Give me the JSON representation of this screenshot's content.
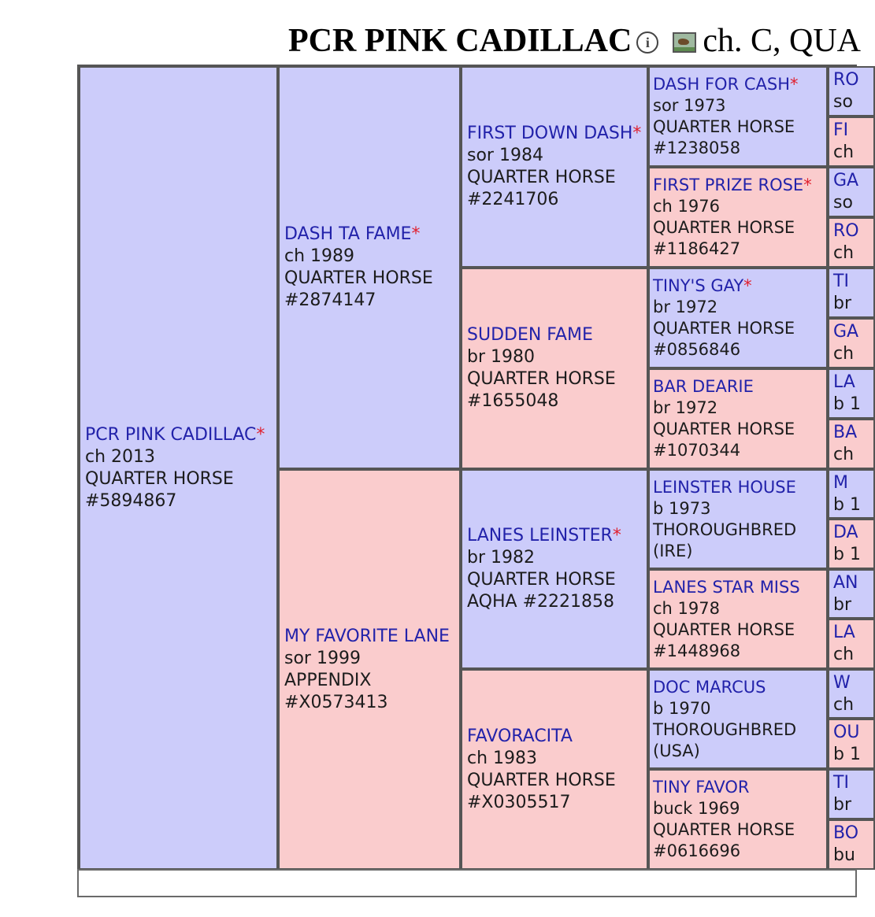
{
  "header": {
    "horse_name": "PCR PINK CADILLAC",
    "subtitle": "ch. C, QUA",
    "info_icon": "info-circle-icon",
    "photo_icon": "photo-icon"
  },
  "colors": {
    "sire_bg": "#ccccfa",
    "dam_bg": "#facccd",
    "name_link": "#2222aa",
    "star": "#e0202e"
  },
  "pedigree": {
    "subject": {
      "name": "PCR PINK CADILLAC",
      "star": "*",
      "color_year": "ch 2013",
      "breed": "QUARTER HORSE",
      "reg": "#5894867"
    },
    "gen1": [
      {
        "name": "DASH TA FAME",
        "star": "*",
        "color_year": "ch 1989",
        "breed": "QUARTER HORSE",
        "reg": "#2874147"
      },
      {
        "name": "MY FAVORITE LANE",
        "star": "",
        "color_year": "sor 1999",
        "breed": "APPENDIX",
        "reg": "#X0573413"
      }
    ],
    "gen2": [
      {
        "name": "FIRST DOWN DASH",
        "star": "*",
        "color_year": "sor 1984",
        "breed": "QUARTER HORSE",
        "reg": "#2241706"
      },
      {
        "name": "SUDDEN FAME",
        "star": "",
        "color_year": "br 1980",
        "breed": "QUARTER HORSE",
        "reg": "#1655048"
      },
      {
        "name": "LANES LEINSTER",
        "star": "*",
        "color_year": "br 1982",
        "breed": "QUARTER HORSE",
        "reg": "AQHA #2221858"
      },
      {
        "name": "FAVORACITA",
        "star": "",
        "color_year": "ch 1983",
        "breed": "QUARTER HORSE",
        "reg": "#X0305517"
      }
    ],
    "gen3": [
      {
        "name": "DASH FOR CASH",
        "star": "*",
        "color_year": "sor 1973",
        "breed": "QUARTER HORSE",
        "reg": "#1238058"
      },
      {
        "name": "FIRST PRIZE ROSE",
        "star": "*",
        "color_year": "ch 1976",
        "breed": "QUARTER HORSE",
        "reg": "#1186427"
      },
      {
        "name": "TINY'S GAY",
        "star": "*",
        "color_year": "br 1972",
        "breed": "QUARTER HORSE",
        "reg": "#0856846"
      },
      {
        "name": "BAR DEARIE",
        "star": "",
        "color_year": "br 1972",
        "breed": "QUARTER HORSE",
        "reg": "#1070344"
      },
      {
        "name": "LEINSTER HOUSE",
        "star": "",
        "color_year": "b 1973",
        "breed": "THOROUGHBRED",
        "reg": "(IRE)"
      },
      {
        "name": "LANES STAR MISS",
        "star": "",
        "color_year": "ch 1978",
        "breed": "QUARTER HORSE",
        "reg": "#1448968"
      },
      {
        "name": "DOC MARCUS",
        "star": "",
        "color_year": "b 1970",
        "breed": "THOROUGHBRED",
        "reg": "(USA)"
      },
      {
        "name": "TINY FAVOR",
        "star": "",
        "color_year": "buck 1969",
        "breed": "QUARTER HORSE",
        "reg": "#0616696"
      }
    ],
    "gen4": [
      {
        "name": "RO",
        "detail": "so"
      },
      {
        "name": "FI",
        "detail": "ch"
      },
      {
        "name": "GA",
        "detail": "so"
      },
      {
        "name": "RO",
        "detail": "ch"
      },
      {
        "name": "TI",
        "detail": "br"
      },
      {
        "name": "GA",
        "detail": "ch"
      },
      {
        "name": "LA",
        "detail": "b 1"
      },
      {
        "name": "BA",
        "detail": "ch"
      },
      {
        "name": "M",
        "detail": "b 1"
      },
      {
        "name": "DA",
        "detail": "b 1"
      },
      {
        "name": "AN",
        "detail": "br"
      },
      {
        "name": "LA",
        "detail": "ch"
      },
      {
        "name": "W",
        "detail": "ch"
      },
      {
        "name": "OU",
        "detail": "b 1"
      },
      {
        "name": "TI",
        "detail": "br"
      },
      {
        "name": "BO",
        "detail": "bu"
      }
    ]
  }
}
